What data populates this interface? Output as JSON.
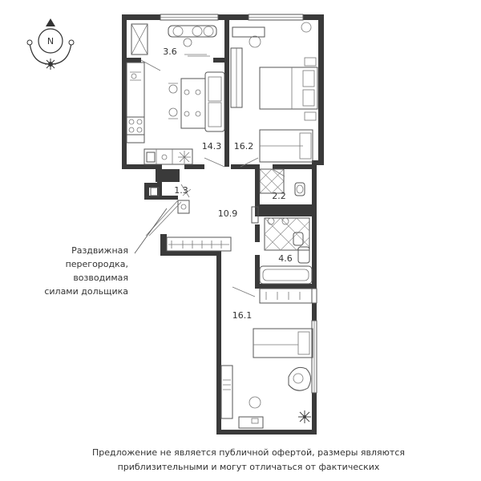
{
  "compass": {
    "north_label": "N"
  },
  "rooms": [
    {
      "id": "balcony",
      "area": "3.6"
    },
    {
      "id": "kitchen-living",
      "area": "14.3"
    },
    {
      "id": "bedroom",
      "area": "16.2"
    },
    {
      "id": "storage",
      "area": "1.3"
    },
    {
      "id": "hallway",
      "area": "10.9"
    },
    {
      "id": "toilet",
      "area": "2.2"
    },
    {
      "id": "bathroom",
      "area": "4.6"
    },
    {
      "id": "second-room",
      "area": "16.1"
    }
  ],
  "note": {
    "line1": "Раздвижная",
    "line2": "перегородка,",
    "line3": "возводимая",
    "line4": "силами дольщика"
  },
  "disclaimer": {
    "line1": "Предложение не является публичной офертой, размеры являются",
    "line2": "приблизительными и могут отличаться от фактических"
  },
  "colors": {
    "wall": "#3a3a3a",
    "line": "#555555",
    "text": "#333333"
  }
}
